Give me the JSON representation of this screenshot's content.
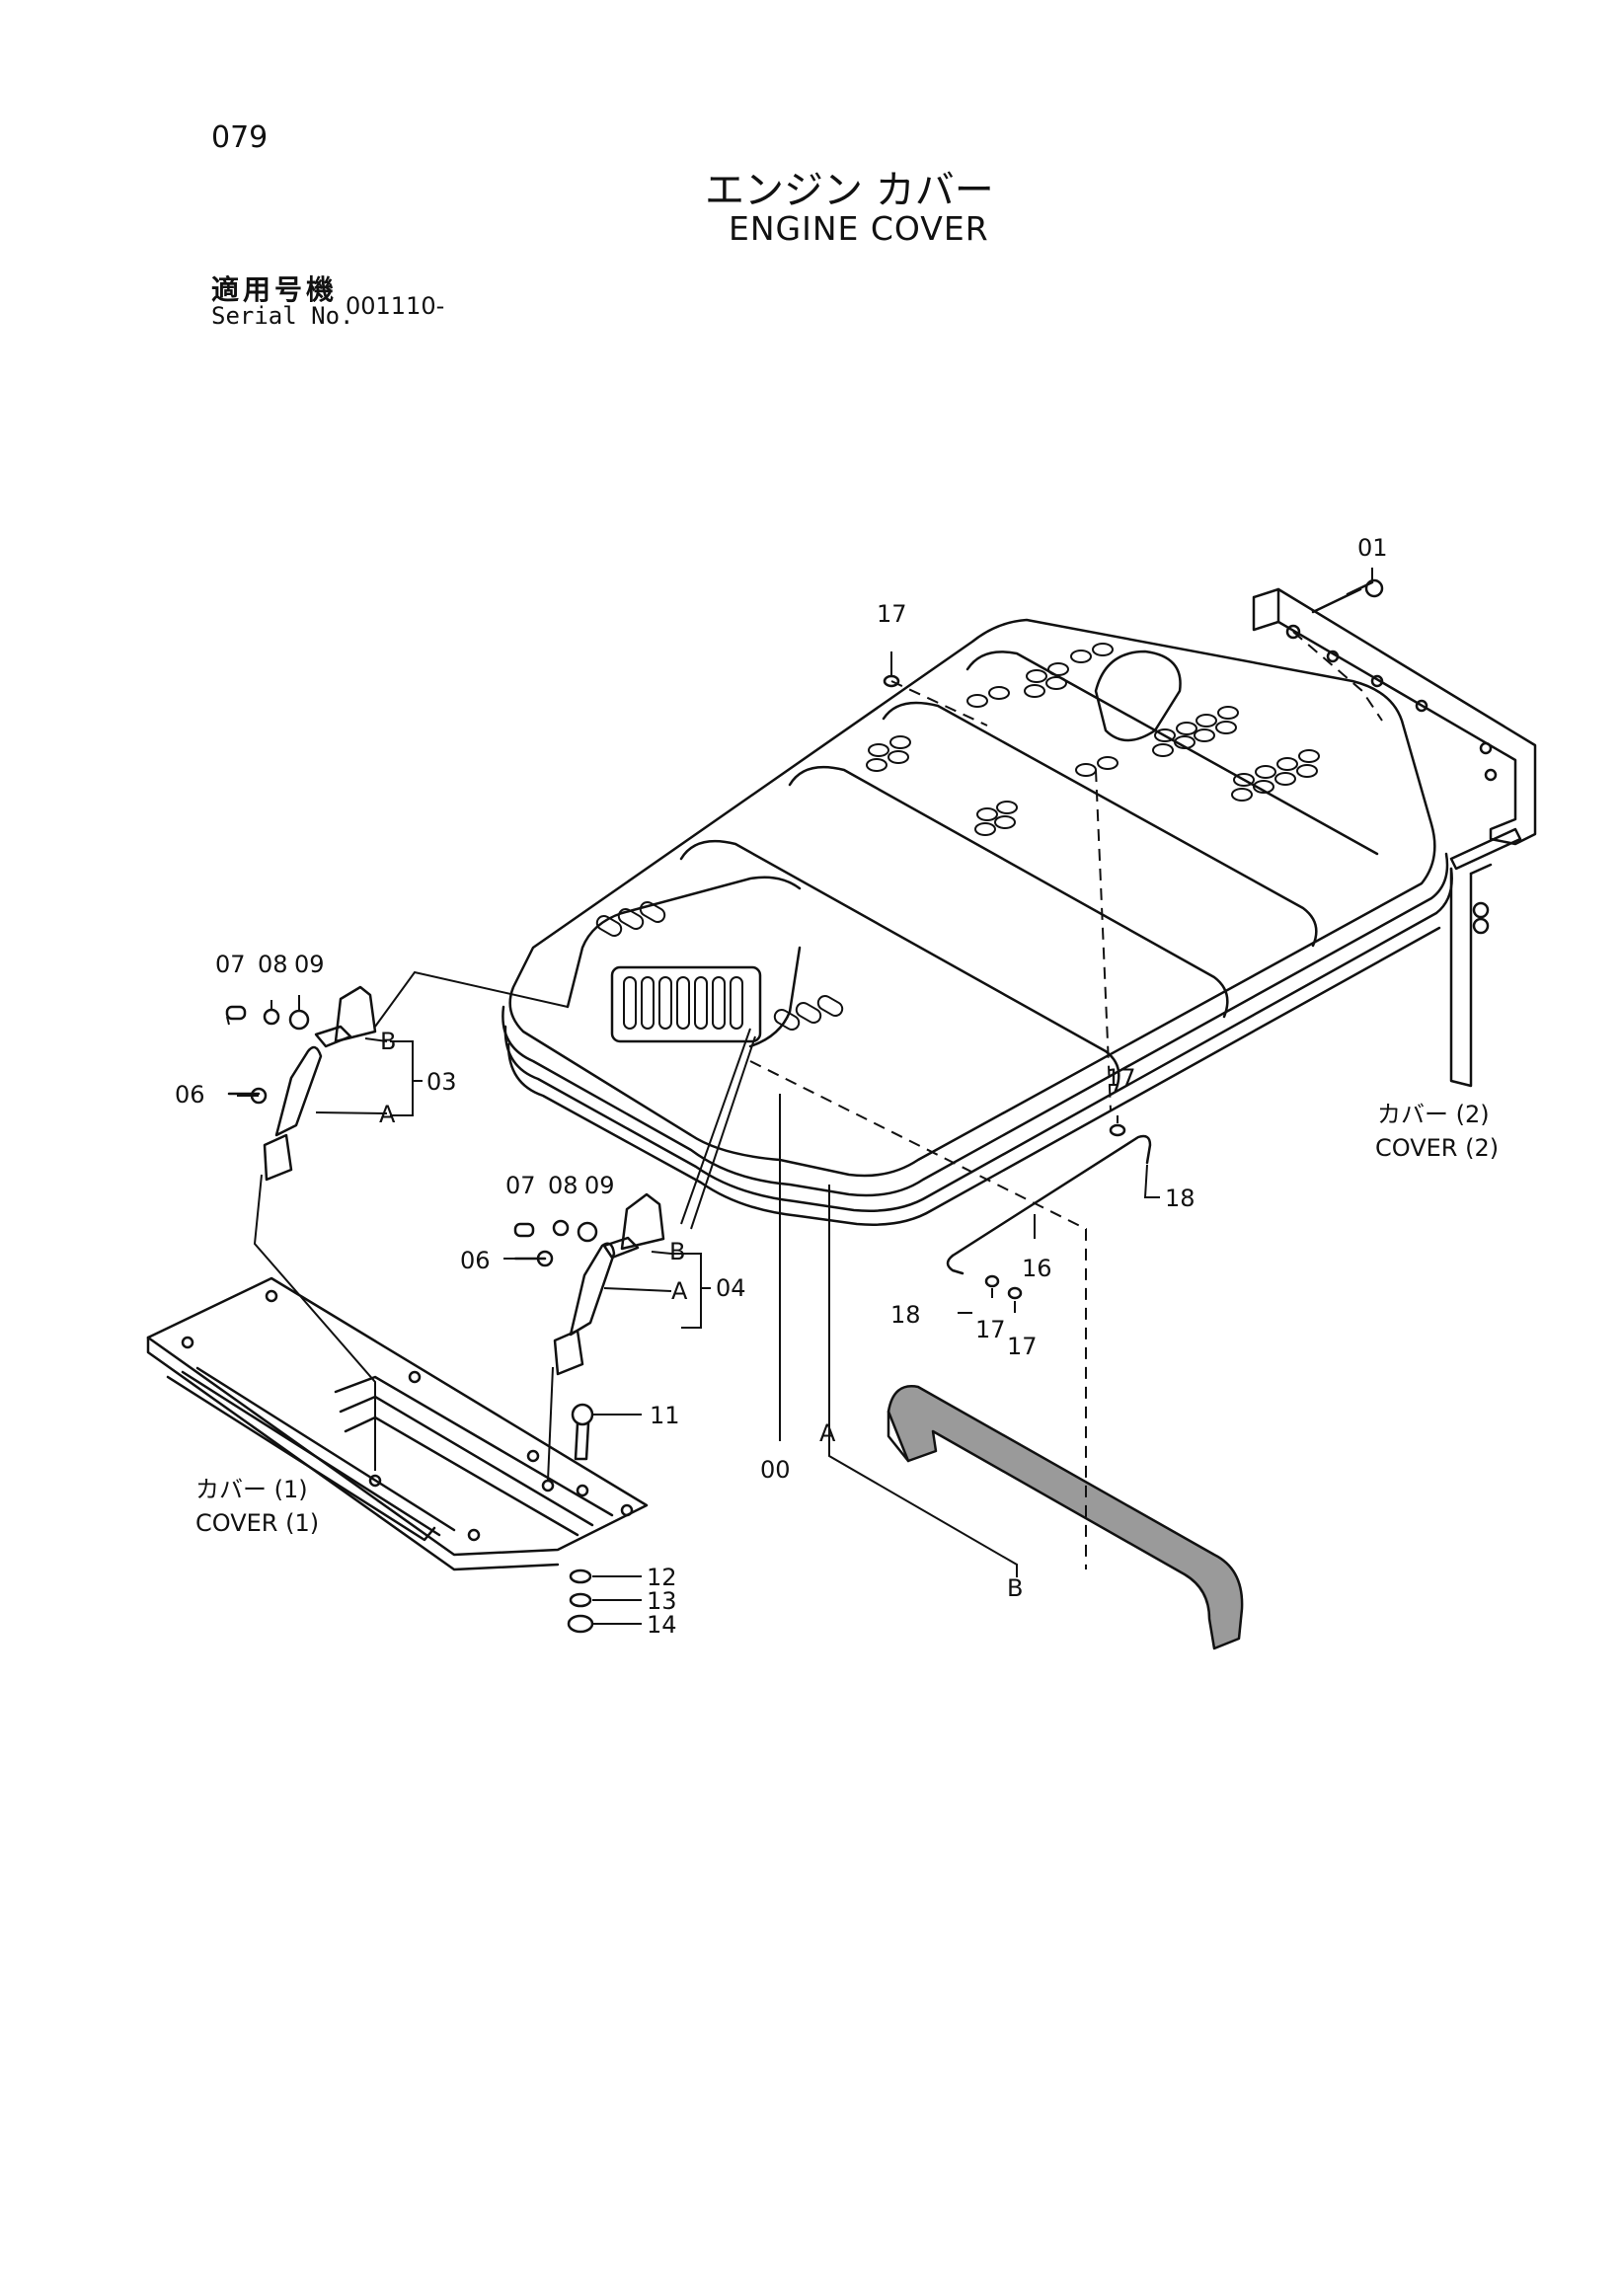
{
  "header": {
    "page_number": "079",
    "title_jp": "エンジン カバー",
    "title_en": "ENGINE COVER",
    "serial_label_jp": "適用号機",
    "serial_label_en": "Serial No.",
    "serial_value": "001110-"
  },
  "callouts": {
    "c01": "01",
    "c17_top": "17",
    "c07_a": "07",
    "c08_a": "08",
    "c09_a": "09",
    "c06_a": "06",
    "c03": "03",
    "b_a": "B",
    "a_a": "A",
    "c07_b": "07",
    "c08_b": "08",
    "c09_b": "09",
    "c06_b": "06",
    "c04": "04",
    "b_b": "B",
    "a_b": "A",
    "c17_mid": "17",
    "c18_right": "18",
    "c16": "16",
    "c18_left": "18",
    "c17_low_a": "17",
    "c17_low_b": "17",
    "c11": "11",
    "c12": "12",
    "c13": "13",
    "c14": "14",
    "c00": "00",
    "a_main": "A",
    "b_main": "B"
  },
  "labels": {
    "cover1_jp": "カバー (1)",
    "cover1_en": "COVER (1)",
    "cover2_jp": "カバー (2)",
    "cover2_en": "COVER (2)"
  }
}
